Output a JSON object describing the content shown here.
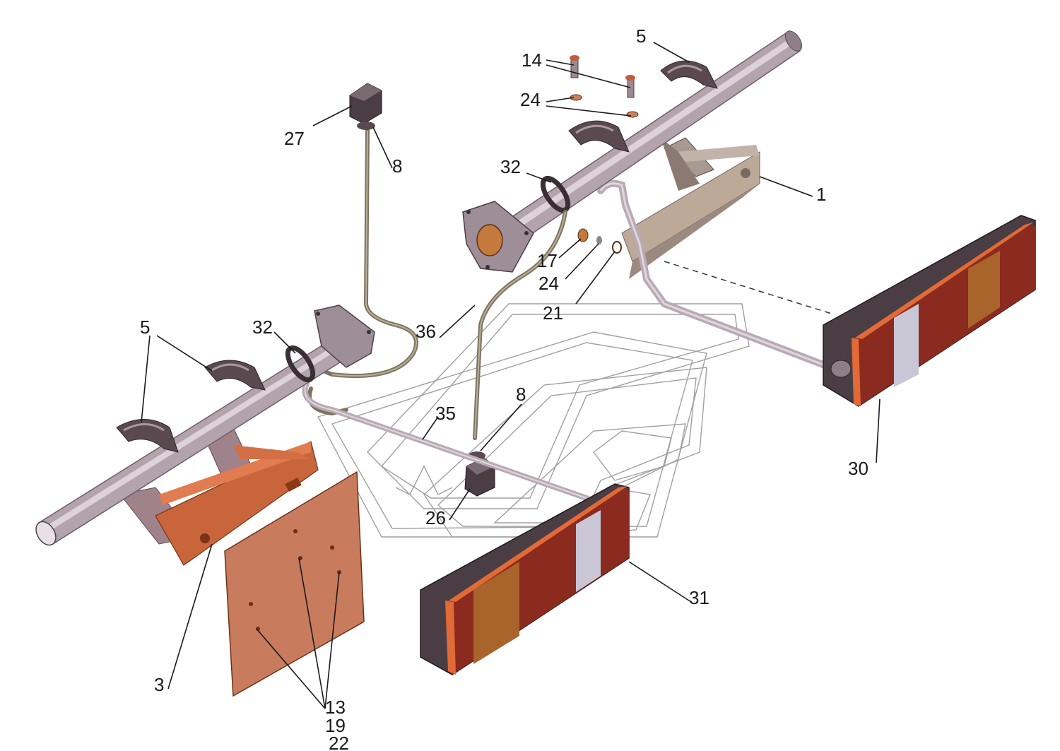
{
  "diagram": {
    "callouts": [
      {
        "id": "c1",
        "label": "1"
      },
      {
        "id": "c3",
        "label": "3"
      },
      {
        "id": "c5a",
        "label": "5"
      },
      {
        "id": "c5b",
        "label": "5"
      },
      {
        "id": "c8a",
        "label": "8"
      },
      {
        "id": "c8b",
        "label": "8"
      },
      {
        "id": "c13",
        "label": "13"
      },
      {
        "id": "c14",
        "label": "14"
      },
      {
        "id": "c17",
        "label": "17"
      },
      {
        "id": "c19",
        "label": "19"
      },
      {
        "id": "c21",
        "label": "21"
      },
      {
        "id": "c22",
        "label": "22"
      },
      {
        "id": "c24a",
        "label": "24"
      },
      {
        "id": "c24b",
        "label": "24"
      },
      {
        "id": "c26",
        "label": "26"
      },
      {
        "id": "c27",
        "label": "27"
      },
      {
        "id": "c30",
        "label": "30"
      },
      {
        "id": "c31",
        "label": "31"
      },
      {
        "id": "c32a",
        "label": "32"
      },
      {
        "id": "c32b",
        "label": "32"
      },
      {
        "id": "c35",
        "label": "35"
      },
      {
        "id": "c36",
        "label": "36"
      }
    ],
    "colors": {
      "tube": "#b8aab6",
      "tube_dark": "#6e5f6a",
      "bracket": "#c8653a",
      "bracket_dark": "#7a3318",
      "plate": "#c97b5e",
      "lamp_body": "#4a3e44",
      "lamp_red": "#8b2a1e",
      "lamp_amber": "#a8642a",
      "lamp_orange_edge": "#e06a38",
      "lamp_white": "#c9c6d6",
      "cable": "#7d7460",
      "rod": "#c4b8c0",
      "outline_ghost": "#9a9a9a",
      "clamp": "#5a4a50"
    }
  }
}
